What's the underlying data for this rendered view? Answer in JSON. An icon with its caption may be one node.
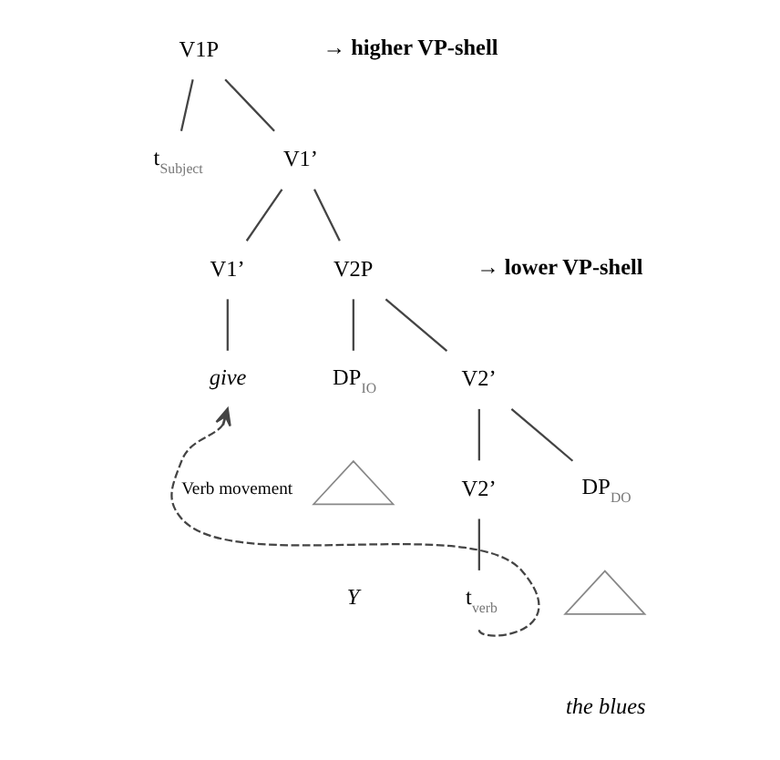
{
  "diagram": {
    "nodes": [
      {
        "text": [
          "V1P"
        ]
      },
      {
        "text": [
          "t$_{Subject}$"
        ]
      },
      {
        "text": [
          "V1’"
        ]
      },
      {
        "text": [
          "V1’"
        ]
      },
      {
        "text": [
          "V2P"
        ]
      },
      {
        "text": [
          "give"
        ]
      },
      {
        "text": [
          "DP$_{IO}$"
        ]
      },
      {
        "text": [
          "V2’"
        ]
      },
      {
        "text": [],
        "shape": "triangle",
        "beside": [
          "Y"
        ]
      },
      {
        "text": [
          "V2’"
        ]
      },
      {
        "text": [
          "DP$_{DO}$"
        ]
      },
      {
        "text": [
          "t$_{verb}$"
        ]
      },
      {
        "text": [],
        "shape": "triangle",
        "beside": [
          "the blues"
        ]
      }
    ],
    "edges": [
      {
        "from": 0,
        "to": 1,
        "arrow": "none"
      },
      {
        "from": 0,
        "to": 2,
        "arrow": "none"
      },
      {
        "from": 2,
        "to": 3,
        "arrow": "none"
      },
      {
        "from": 2,
        "to": 4,
        "arrow": "none"
      },
      {
        "from": 3,
        "to": 5,
        "arrow": "none"
      },
      {
        "from": 4,
        "to": 6,
        "arrow": "none"
      },
      {
        "from": 4,
        "to": 7,
        "arrow": "none"
      },
      {
        "from": 7,
        "to": 9,
        "arrow": "none"
      },
      {
        "from": 7,
        "to": 10,
        "arrow": "none"
      },
      {
        "from": 9,
        "to": 11,
        "arrow": "none"
      },
      {
        "from": 11,
        "to": 5,
        "arrow": "to",
        "style": "dashed",
        "label": "Verb movement"
      }
    ],
    "labels": [
      "→ higher VP-shell",
      "→ lower VP-shell"
    ]
  }
}
